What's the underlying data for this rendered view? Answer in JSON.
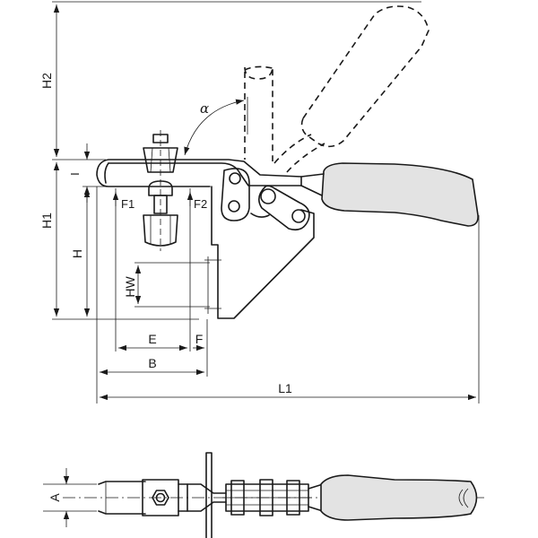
{
  "labels": {
    "h2": "H2",
    "h1": "H1",
    "h": "H",
    "i": "I",
    "hw": "HW",
    "alpha": "α",
    "f1": "F1",
    "f2": "F2",
    "e": "E",
    "f": "F",
    "b": "B",
    "l1": "L1",
    "a": "A"
  },
  "views": [
    "side-view",
    "top-view"
  ],
  "colors": {
    "line": "#1a1a1a",
    "handle_fill": "#e3e3e3",
    "background": "#ffffff"
  }
}
